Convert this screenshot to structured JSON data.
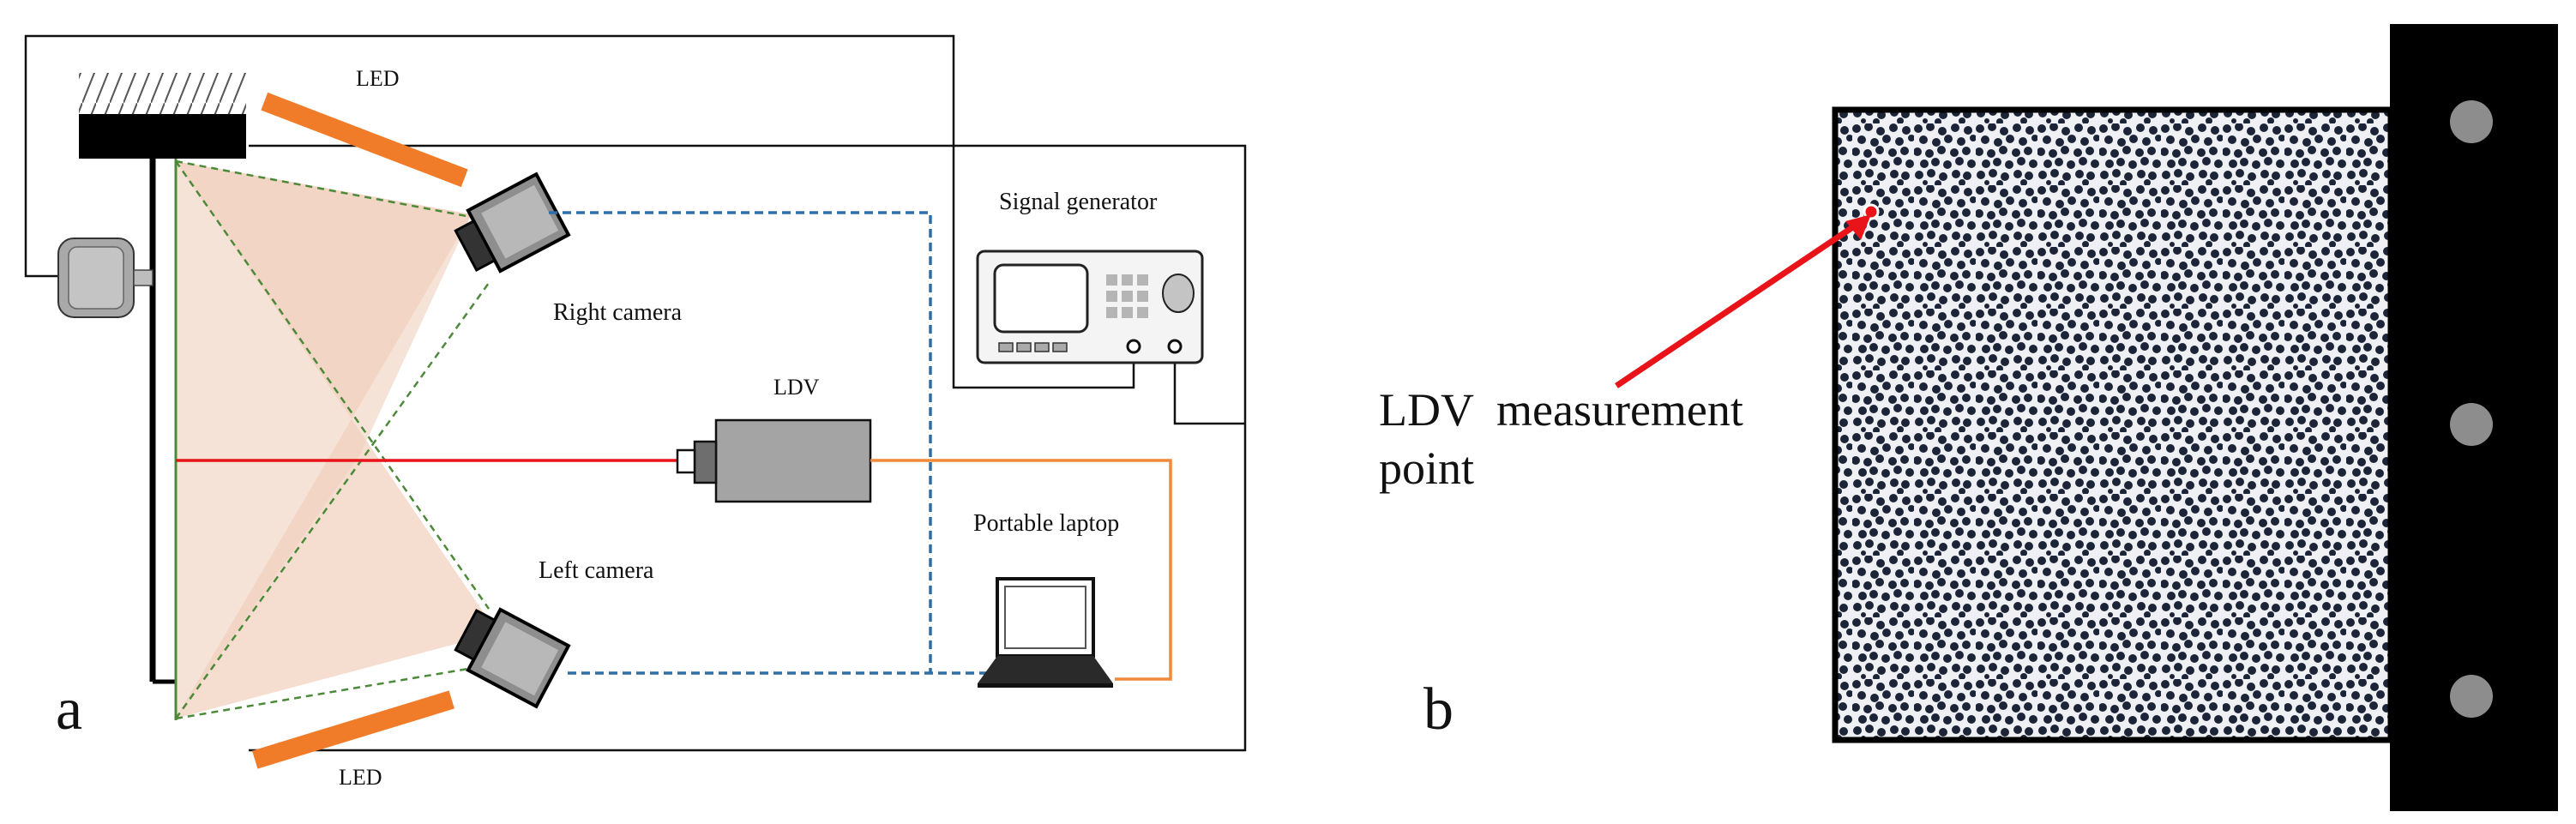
{
  "panel_a": {
    "letter": "a",
    "labels": {
      "led_top": "LED",
      "led_bottom": "LED",
      "signal_generator": "Signal generator",
      "right_camera": "Right camera",
      "ldv": "LDV",
      "left_camera": "Left camera",
      "portable_laptop": "Portable laptop"
    }
  },
  "panel_b": {
    "letter": "b",
    "annotation_line1": "LDV  measurement",
    "annotation_line2": "point"
  },
  "colors": {
    "led_orange": "#f07c2a",
    "laser_red": "#e8141a",
    "camera_link_blue": "#2e6fa8",
    "laptop_link_orange": "#f08a3a",
    "fov_green": "#4c8a3a",
    "fov_fill": "#f3d7c7",
    "speckle_dark": "#1c2438",
    "measurement_marker": "#e8141a"
  }
}
